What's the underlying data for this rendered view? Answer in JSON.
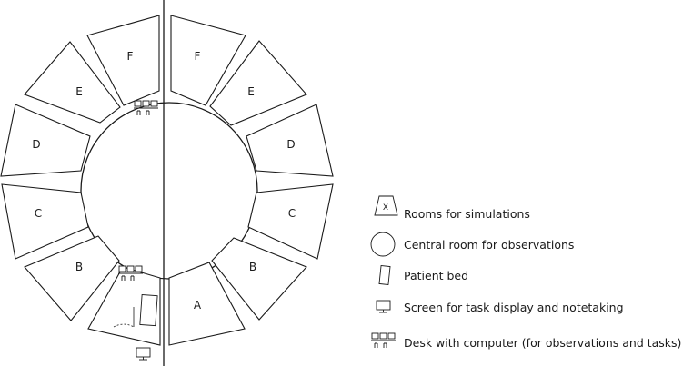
{
  "rooms": {
    "left": [
      "F",
      "E",
      "D",
      "C",
      "B"
    ],
    "right": [
      "F",
      "E",
      "D",
      "C",
      "B",
      "A"
    ]
  },
  "legend": {
    "room_marker": "X",
    "items": [
      {
        "icon": "room-trapezoid-icon",
        "label": "Rooms for simulations"
      },
      {
        "icon": "circle-icon",
        "label": "Central room for observations"
      },
      {
        "icon": "patient-bed-icon",
        "label": "Patient bed"
      },
      {
        "icon": "monitor-icon",
        "label": "Screen for task display and notetaking"
      },
      {
        "icon": "desk-computer-icon",
        "label": "Desk with computer (for observations and tasks)"
      }
    ]
  },
  "colors": {
    "stroke": "#1a1a1a",
    "background": "#ffffff"
  }
}
